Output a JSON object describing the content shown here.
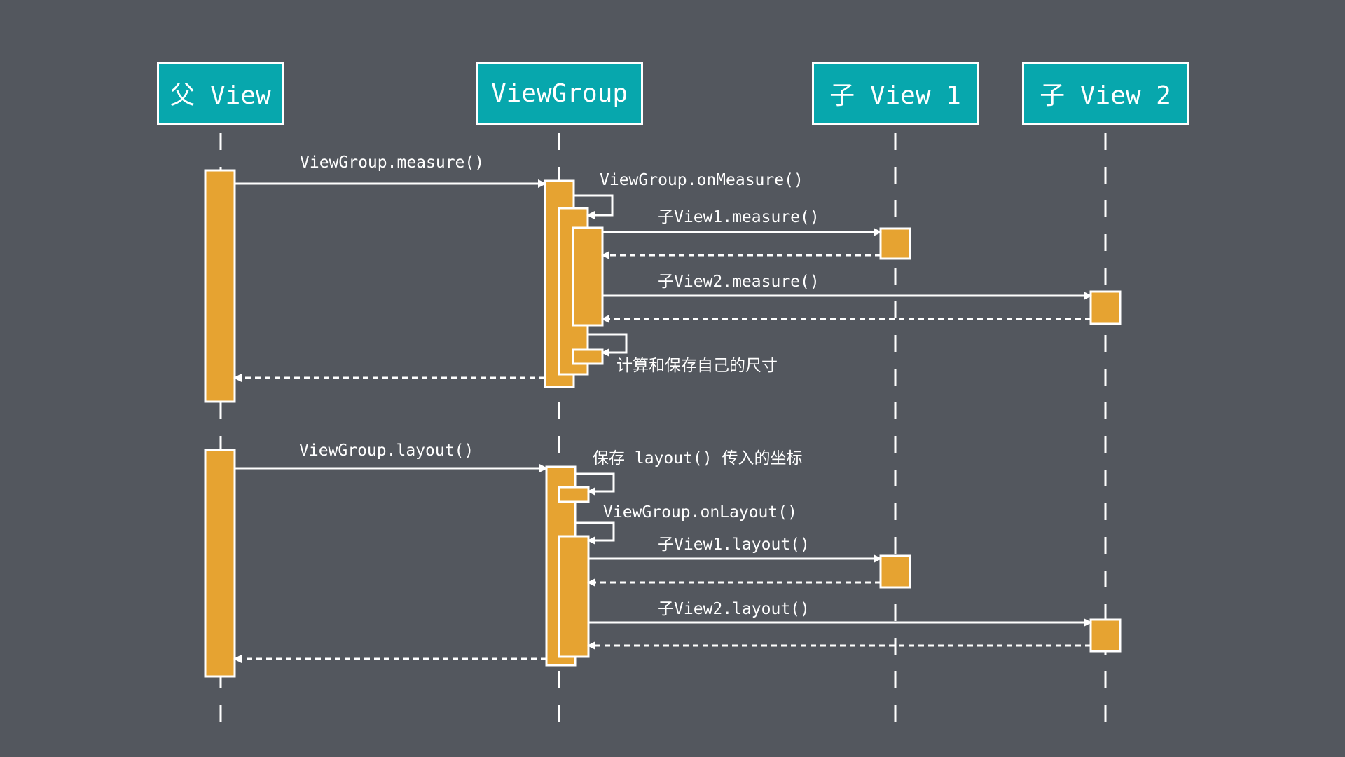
{
  "colors": {
    "background": "#53575e",
    "participant_fill": "#07a7ad",
    "activation_fill": "#e6a331",
    "line": "#ffffff"
  },
  "participants": {
    "parent": "父 View",
    "viewgroup": "ViewGroup",
    "child1": "子 View 1",
    "child2": "子 View 2"
  },
  "measure_phase": {
    "call_measure": "ViewGroup.measure()",
    "on_measure": "ViewGroup.onMeasure()",
    "child1_measure": "子View1.measure()",
    "child2_measure": "子View2.measure()",
    "compute_size": "计算和保存自己的尺寸"
  },
  "layout_phase": {
    "call_layout": "ViewGroup.layout()",
    "save_coords": "保存 layout() 传入的坐标",
    "on_layout": "ViewGroup.onLayout()",
    "child1_layout": "子View1.layout()",
    "child2_layout": "子View2.layout()"
  }
}
